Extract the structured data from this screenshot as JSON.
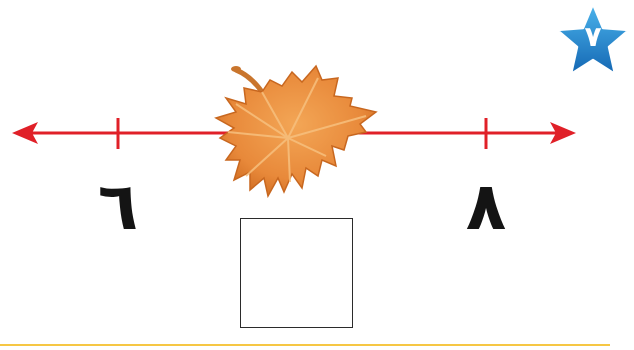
{
  "number_line": {
    "left_label": "٦",
    "right_label": "٨",
    "line_color": "#e02028"
  },
  "answer_box": {
    "value": ""
  },
  "leaf": {
    "icon": "maple-leaf-icon",
    "color": "#e8913a"
  },
  "badge": {
    "icon": "star-icon",
    "number": "٧",
    "color": "#1e88d2"
  },
  "rule_color": "#f6c744"
}
